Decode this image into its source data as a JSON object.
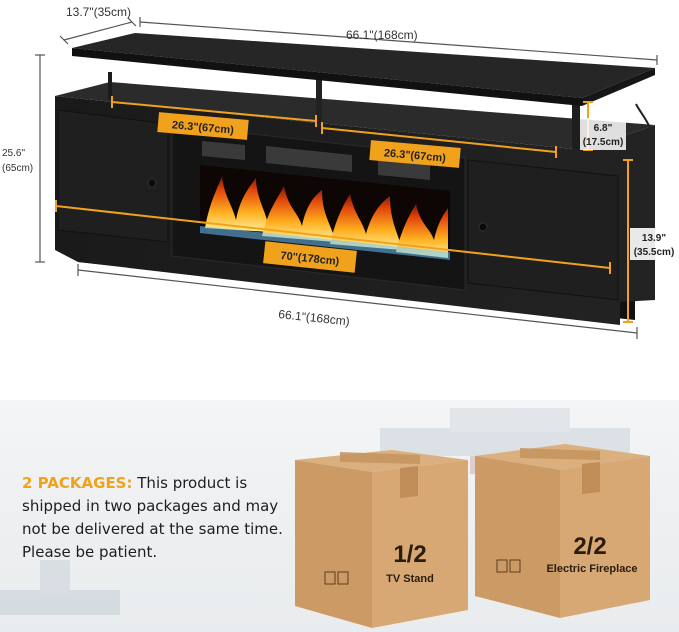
{
  "dimensions": {
    "top_depth": "13.7\"(35cm)",
    "top_width": "66.1\"(168cm)",
    "total_height_in": "25.6\"",
    "total_height_cm": "(65cm)",
    "shelf_left": "26.3\"(67cm)",
    "shelf_right": "26.3\"(67cm)",
    "riser_height_in": "6.8\"",
    "riser_height_cm": "(17.5cm)",
    "cabinet_height_in": "13.9\"",
    "cabinet_height_cm": "(35.5cm)",
    "fireplace_width": "70\"(178cm)",
    "bottom_width": "66.1\"(168cm)"
  },
  "notice": {
    "heading": "2 PACKAGES:",
    "text": " This product is shipped in two packages and may not be delivered at the same time. Please be patient."
  },
  "packages": [
    {
      "number": "1/2",
      "label": "TV Stand"
    },
    {
      "number": "2/2",
      "label": "Electric Fireplace"
    }
  ],
  "colors": {
    "accent": "#f0a21c",
    "furniture": "#1c1c1c",
    "box": "#cfa06c"
  }
}
